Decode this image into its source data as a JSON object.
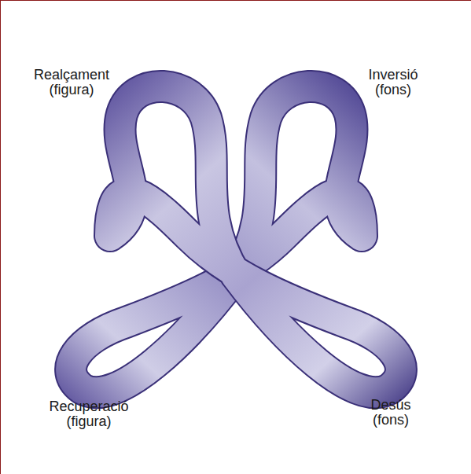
{
  "diagram": {
    "labels": [
      "Realçament (figura)",
      "Inversió (fons)",
      "Recuperació (figura)",
      "Desús (fons)"
    ]
  }
}
